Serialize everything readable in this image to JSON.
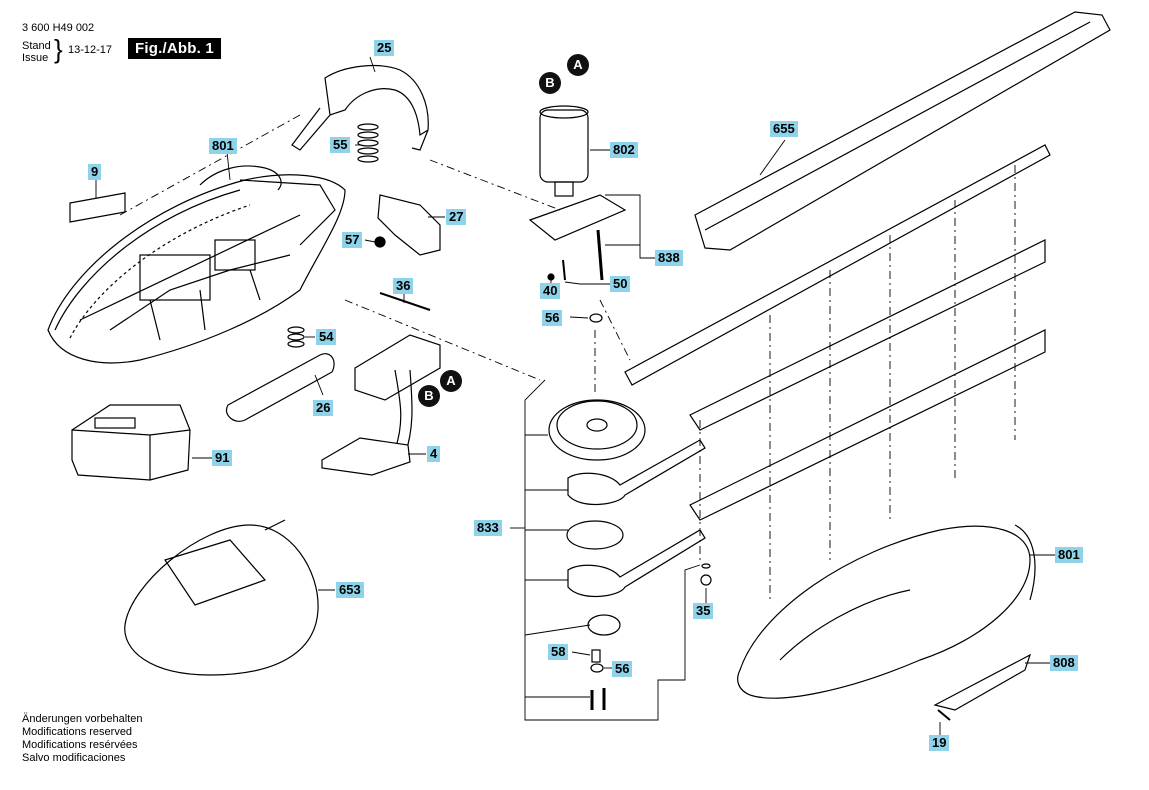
{
  "header": {
    "part_number": "3 600 H49 002",
    "stand_label": "Stand",
    "issue_label": "Issue",
    "date": "13-12-17",
    "fig_label": "Fig./Abb. 1"
  },
  "footer": {
    "lines": [
      "Änderungen vorbehalten",
      "Modifications reserved",
      "Modifications resérvées",
      "Salvo modificaciones"
    ]
  },
  "markers": {
    "a": "A",
    "b": "B"
  },
  "parts": {
    "p25": "25",
    "p55": "55",
    "p801_top": "801",
    "p9": "9",
    "p27": "27",
    "p57": "57",
    "p36": "36",
    "p54": "54",
    "p26": "26",
    "p91": "91",
    "p4": "4",
    "p653": "653",
    "p802": "802",
    "p838": "838",
    "p40": "40",
    "p50": "50",
    "p56_top": "56",
    "p655": "655",
    "p833": "833",
    "p58": "58",
    "p56_bot": "56",
    "p35": "35",
    "p801_bot": "801",
    "p808": "808",
    "p19": "19"
  }
}
